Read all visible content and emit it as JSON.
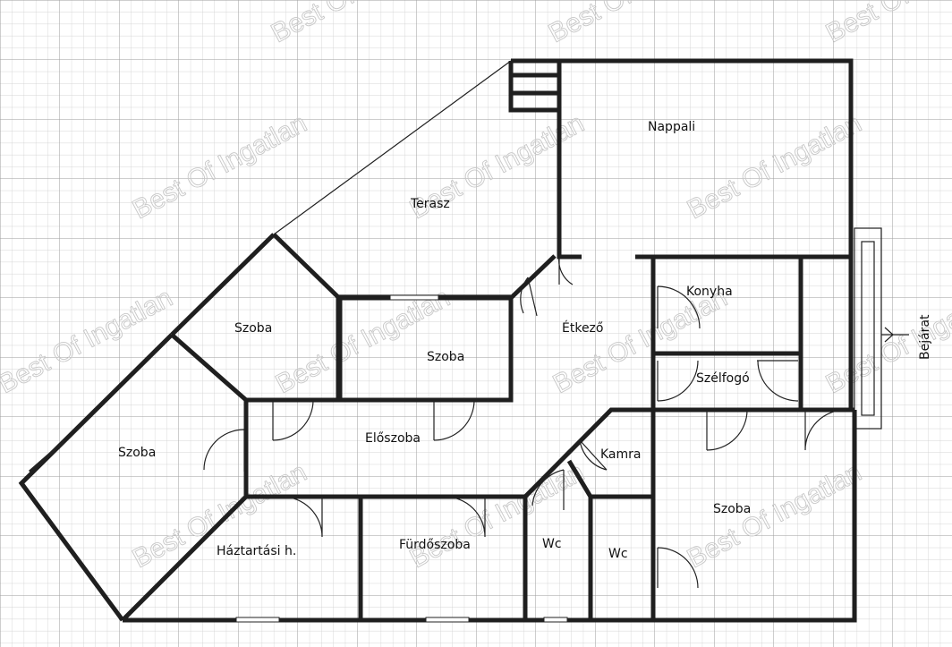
{
  "watermark": "Best Of Ingatlan",
  "rooms": {
    "nappali": "Nappali",
    "terasz": "Terasz",
    "konyha": "Konyha",
    "etkezo": "Étkező",
    "szelfogo": "Szélfogó",
    "szoba_top": "Szoba",
    "szoba_mid": "Szoba",
    "szoba_left": "Szoba",
    "szoba_right": "Szoba",
    "eloszoba": "Előszoba",
    "kamra": "Kamra",
    "haztartasi": "Háztartási h.",
    "furdoszoba": "Fürdőszoba",
    "wc1": "Wc",
    "wc2": "Wc"
  },
  "entrance_label": "Bejárat"
}
